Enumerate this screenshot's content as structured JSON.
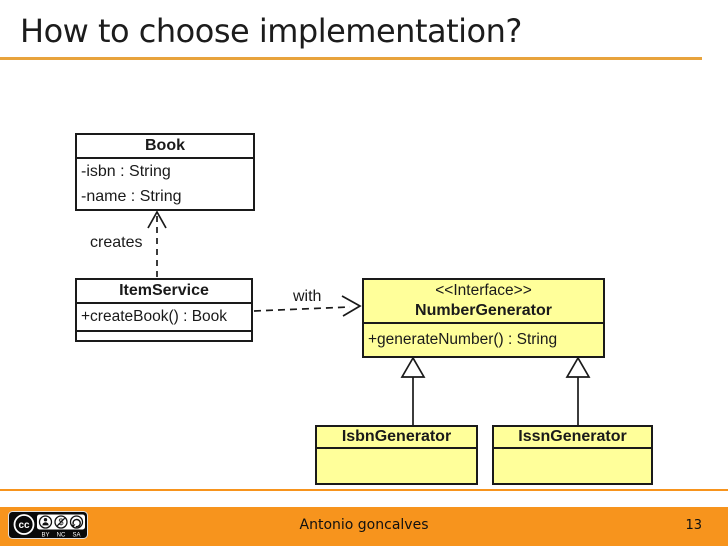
{
  "slide": {
    "title": "How to choose implementation?",
    "page_number": "13"
  },
  "footer": {
    "author": "Antonio goncalves",
    "license": {
      "logo": "cc",
      "by": "BY",
      "nc": "NC",
      "sa": "SA"
    }
  },
  "colors": {
    "accent_orange": "#f7941d",
    "title_underline": "#e8a33c",
    "uml_yellow": "#ffff9a",
    "line_black": "#1a1a1a"
  },
  "diagram": {
    "book": {
      "name": "Book",
      "attributes": [
        "-isbn : String",
        "-name : String"
      ]
    },
    "itemService": {
      "name": "ItemService",
      "operations": [
        "+createBook() : Book"
      ]
    },
    "numberGenerator": {
      "stereotype": "<<Interface>>",
      "name": "NumberGenerator",
      "operations": [
        "+generateNumber() : String"
      ]
    },
    "isbnGenerator": {
      "name": "IsbnGenerator"
    },
    "issnGenerator": {
      "name": "IssnGenerator"
    },
    "relations": [
      {
        "type": "dependency (dashed, open arrow)",
        "from": "ItemService",
        "to": "Book",
        "label": "creates"
      },
      {
        "type": "dependency (dashed, open arrow)",
        "from": "ItemService",
        "to": "NumberGenerator",
        "label": "with"
      },
      {
        "type": "generalization (solid, hollow triangle)",
        "from": "IsbnGenerator",
        "to": "NumberGenerator",
        "label": ""
      },
      {
        "type": "generalization (solid, hollow triangle)",
        "from": "IssnGenerator",
        "to": "NumberGenerator",
        "label": ""
      }
    ]
  }
}
